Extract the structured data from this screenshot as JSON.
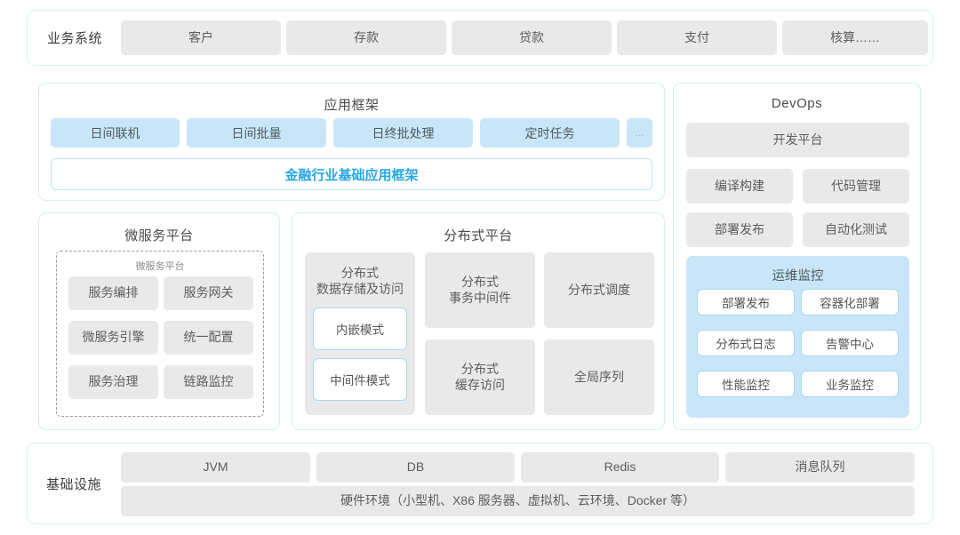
{
  "theme": {
    "accent_blue": "#2ba7df",
    "chip_blue": "#c8e6f7",
    "chip_gray": "#e9e9e9",
    "panel_border": "#d9edf2",
    "background": "#ffffff"
  },
  "business_systems": {
    "label": "业务系统",
    "items": [
      "客户",
      "存款",
      "贷款",
      "支付",
      "核算……"
    ]
  },
  "app_framework": {
    "title": "应用框架",
    "items": [
      "日间联机",
      "日间批量",
      "日终批处理",
      "定时任务",
      "..."
    ],
    "base_framework": "金融行业基础应用框架"
  },
  "devops": {
    "title": "DevOps",
    "platform": "开发平台",
    "items": [
      "编译构建",
      "代码管理",
      "部署发布",
      "自动化测试"
    ],
    "ops_monitor": {
      "title": "运维监控",
      "items": [
        "部署发布",
        "容器化部署",
        "分布式日志",
        "告警中心",
        "性能监控",
        "业务监控"
      ]
    }
  },
  "microservice_platform": {
    "title": "微服务平台",
    "inner_title": "微服务平台",
    "items": [
      "服务编排",
      "服务网关",
      "微服务引擎",
      "统一配置",
      "服务治理",
      "链路监控"
    ]
  },
  "distributed_platform": {
    "title": "分布式平台",
    "storage": {
      "title": "分布式\n数据存储及访问",
      "modes": [
        "内嵌模式",
        "中间件模式"
      ]
    },
    "items": [
      "分布式\n事务中间件",
      "分布式调度",
      "分布式\n缓存访问",
      "全局序列"
    ]
  },
  "infrastructure": {
    "label": "基础设施",
    "items": [
      "JVM",
      "DB",
      "Redis",
      "消息队列"
    ],
    "hardware": "硬件环境（小型机、X86 服务器、虚拟机、云环境、Docker 等）"
  }
}
